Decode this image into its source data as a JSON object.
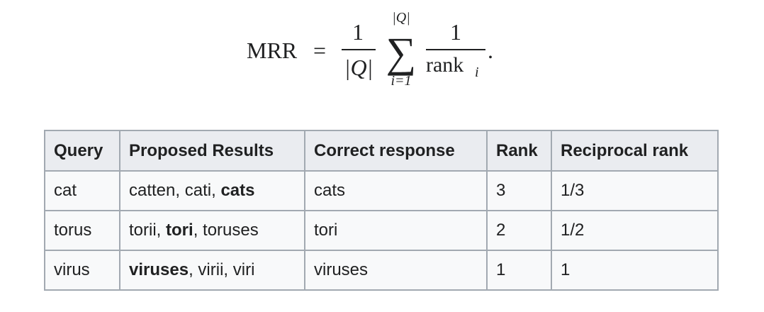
{
  "formula": {
    "lhs": "MRR",
    "equals": "=",
    "frac1_num": "1",
    "frac1_den": "|Q|",
    "sum_symbol": "∑",
    "sum_upper": "|Q|",
    "sum_lower": "i=1",
    "frac2_num": "1",
    "frac2_den_base": "rank",
    "frac2_den_sub": "i",
    "period": "."
  },
  "table": {
    "headers": [
      "Query",
      "Proposed Results",
      "Correct response",
      "Rank",
      "Reciprocal rank"
    ],
    "rows": [
      {
        "query": "cat",
        "results": [
          {
            "text": "catten",
            "bold": false
          },
          {
            "text": ", ",
            "bold": false
          },
          {
            "text": "cati",
            "bold": false
          },
          {
            "text": ", ",
            "bold": false
          },
          {
            "text": "cats",
            "bold": true
          }
        ],
        "correct": "cats",
        "rank": "3",
        "reciprocal": "1/3"
      },
      {
        "query": "torus",
        "results": [
          {
            "text": "torii",
            "bold": false
          },
          {
            "text": ", ",
            "bold": false
          },
          {
            "text": "tori",
            "bold": true
          },
          {
            "text": ", ",
            "bold": false
          },
          {
            "text": "toruses",
            "bold": false
          }
        ],
        "correct": "tori",
        "rank": "2",
        "reciprocal": "1/2"
      },
      {
        "query": "virus",
        "results": [
          {
            "text": "viruses",
            "bold": true
          },
          {
            "text": ", ",
            "bold": false
          },
          {
            "text": "virii",
            "bold": false
          },
          {
            "text": ", ",
            "bold": false
          },
          {
            "text": "viri",
            "bold": false
          }
        ],
        "correct": "viruses",
        "rank": "1",
        "reciprocal": "1"
      }
    ]
  }
}
